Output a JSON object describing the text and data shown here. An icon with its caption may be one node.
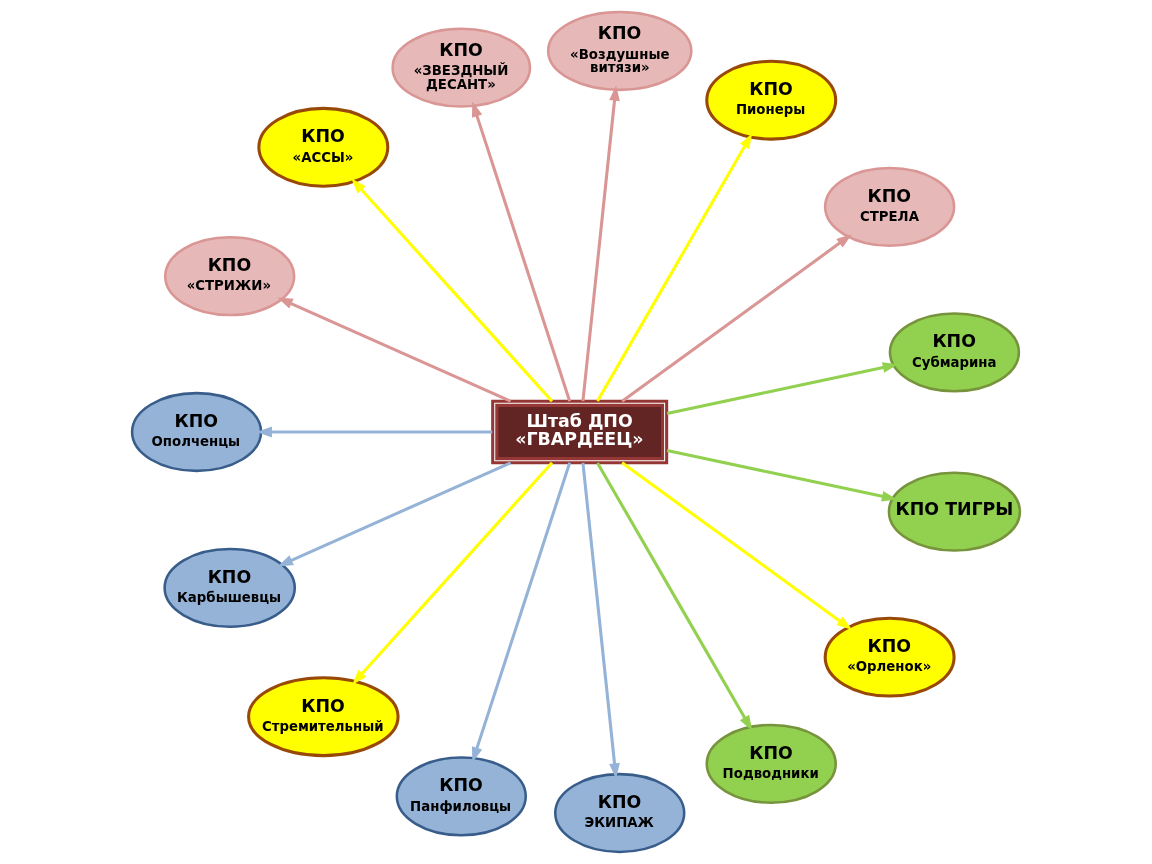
{
  "diagram": {
    "nodes": [
      {
        "text": [
          "КПО",
          "«АССЫ»"
        ]
      },
      {
        "text": [
          "КПО",
          "«ЗВЕЗДНЫЙ ДЕСАНТ»"
        ]
      },
      {
        "text": [
          "КПО",
          "«Воздушные витязи»"
        ]
      },
      {
        "text": [
          "КПО",
          "Пионеры"
        ]
      },
      {
        "text": [
          "КПО",
          "«СТРИЖИ»"
        ]
      },
      {
        "text": [
          "КПО",
          "СТРЕЛА"
        ]
      },
      {
        "text": [
          "КПО",
          "Ополченцы"
        ]
      },
      {
        "text": [
          "Штаб ДПО «ГВАРДЕЕЦ»"
        ]
      },
      {
        "text": [
          "КПО",
          "Субмарина"
        ]
      },
      {
        "text": [
          "КПО",
          "Карбышевцы"
        ]
      },
      {
        "text": [
          "КПО ТИГРЫ"
        ]
      },
      {
        "text": [
          "КПО",
          "Панфиловцы"
        ]
      },
      {
        "text": [
          "КПО",
          "Подводники"
        ]
      },
      {
        "text": [
          "КПО",
          "Стремительный"
        ]
      },
      {
        "text": [
          "КПО",
          "ЭКИПАЖ"
        ]
      },
      {
        "text": [
          "КПО",
          "«Орленок»"
        ]
      }
    ],
    "edges": [
      {
        "from": 7,
        "to": 1,
        "arrow": "to",
        "color": "#d99694"
      },
      {
        "from": 7,
        "to": 2,
        "arrow": "to",
        "color": "#d99694"
      },
      {
        "from": 7,
        "to": 3,
        "arrow": "to",
        "color": "#ffff00"
      },
      {
        "from": 7,
        "to": 5,
        "arrow": "to",
        "color": "#d99694"
      },
      {
        "from": 7,
        "to": 8,
        "arrow": "to",
        "color": "#92d050"
      },
      {
        "from": 7,
        "to": 10,
        "arrow": "to",
        "color": "#92d050"
      },
      {
        "from": 7,
        "to": 15,
        "arrow": "to",
        "color": "#ffff00"
      },
      {
        "from": 7,
        "to": 12,
        "arrow": "to",
        "color": "#92d050"
      },
      {
        "from": 7,
        "to": 14,
        "arrow": "to",
        "color": "#95b3d7"
      },
      {
        "from": 7,
        "to": 11,
        "arrow": "to",
        "color": "#95b3d7"
      },
      {
        "from": 7,
        "to": 13,
        "arrow": "to",
        "color": "#ffff00"
      },
      {
        "from": 7,
        "to": 9,
        "arrow": "to",
        "color": "#95b3d7"
      },
      {
        "from": 7,
        "to": 6,
        "arrow": "to",
        "color": "#95b3d7"
      },
      {
        "from": 7,
        "to": 4,
        "arrow": "to",
        "color": "#d99694"
      },
      {
        "from": 7,
        "to": 0,
        "arrow": "to",
        "color": "#ffff00"
      }
    ]
  }
}
